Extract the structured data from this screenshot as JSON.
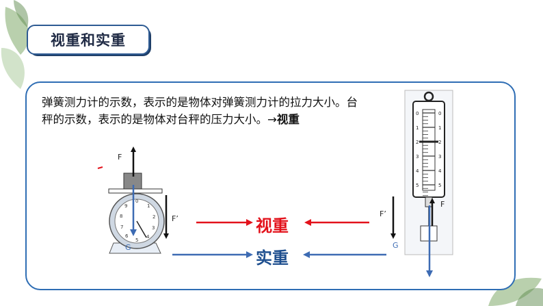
{
  "title": "视重和实重",
  "paragraph": {
    "text": "弹簧测力计的示数，表示的是物体对弹簧测力计的拉力大小。台秤的示数，表示的是物体对台秤的压力大小。→",
    "emphasis": "视重"
  },
  "center_labels": {
    "apparent_weight": "视重",
    "real_weight": "实重"
  },
  "left_scale_labels": {
    "force_up": "F",
    "force_prime": "F’",
    "gravity": "G"
  },
  "right_spring_labels": {
    "force_prime": "F’",
    "gravity": "G",
    "force_up": "F"
  },
  "spring_scale_ticks": [
    "0",
    "1",
    "2",
    "3",
    "4",
    "5",
    "0",
    "1",
    "2",
    "3",
    "4",
    "5"
  ],
  "dial_numbers": [
    "0",
    "1",
    "2",
    "3",
    "4",
    "5",
    "6",
    "7",
    "8",
    "9"
  ],
  "colors": {
    "frame": "#2e6db4",
    "apparent_arrow": "#e3121b",
    "real_arrow": "#3d6bb3",
    "title_text": "#1f2a44"
  }
}
